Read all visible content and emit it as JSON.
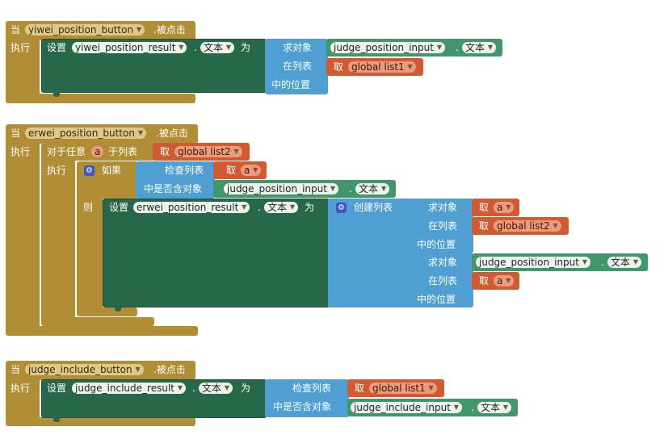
{
  "event_when": "当",
  "event_clicked": ".被点击",
  "do_label": "执行",
  "set_label": "设置",
  "to_label": "为",
  "dot": ".",
  "text_prop": "文本",
  "get_label": "取",
  "find_label": "求对象",
  "in_list_label": "在列表",
  "position_label": "中的位置",
  "check_list_label": "检查列表",
  "contains_label": "中是否含对象",
  "if_label": "如果",
  "then_label": "则",
  "create_list_label": "创建列表",
  "for_each_label": "对于任意",
  "for_each_var": "a",
  "in_list_of": "于列表",
  "block1": {
    "button": "yiwei_position_button",
    "target": "yiwei_position_result",
    "input": "judge_position_input",
    "list": "global list1"
  },
  "block2": {
    "button": "erwei_position_button",
    "list": "global list2",
    "var": "a",
    "input": "judge_position_input",
    "target": "erwei_position_result"
  },
  "block3": {
    "button": "judge_include_button",
    "target": "judge_include_result",
    "list": "global list1",
    "input": "judge_include_input"
  },
  "colors": {
    "event": "#b18e35",
    "setter": "#27674a",
    "list_ops": "#4f9fd3",
    "variable": "#d05a31",
    "component": "#43956b",
    "mutator": "#3f57c4"
  },
  "icons": {
    "dropdown": "caret-down-icon",
    "mutator": "gear-icon"
  }
}
